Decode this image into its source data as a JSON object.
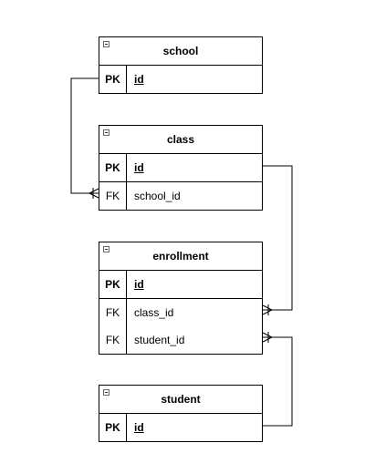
{
  "entities": {
    "school": {
      "title": "school",
      "rows": [
        {
          "key": "PK",
          "name": "id"
        }
      ]
    },
    "class": {
      "title": "class",
      "rows": [
        {
          "key": "PK",
          "name": "id"
        },
        {
          "key": "FK",
          "name": "school_id"
        }
      ]
    },
    "enrollment": {
      "title": "enrollment",
      "rows": [
        {
          "key": "PK",
          "name": "id"
        },
        {
          "key": "FK",
          "name": "class_id"
        },
        {
          "key": "FK",
          "name": "student_id"
        }
      ]
    },
    "student": {
      "title": "student",
      "rows": [
        {
          "key": "PK",
          "name": "id"
        }
      ]
    }
  },
  "relationships": [
    {
      "from": "school.id",
      "to": "class.school_id",
      "cardinality": "one-to-many"
    },
    {
      "from": "class.id",
      "to": "enrollment.class_id",
      "cardinality": "one-to-many"
    },
    {
      "from": "student.id",
      "to": "enrollment.student_id",
      "cardinality": "one-to-many"
    }
  ],
  "colors": {
    "line": "#000000",
    "background": "#ffffff"
  }
}
